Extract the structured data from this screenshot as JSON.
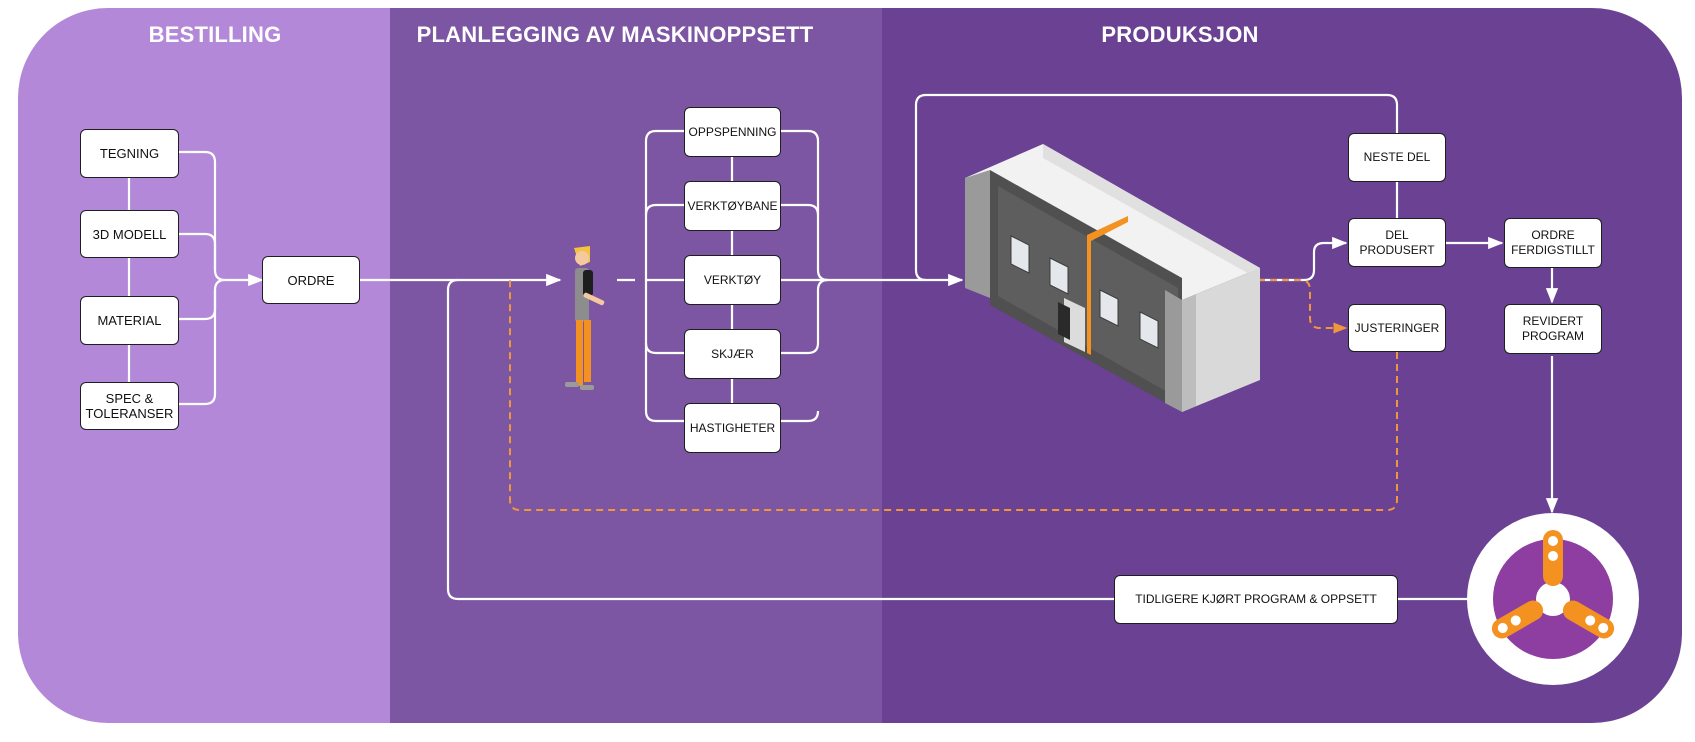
{
  "sections": {
    "order": "BESTILLING",
    "planning": "PLANLEGGING AV MASKINOPPSETT",
    "production": "PRODUKSJON"
  },
  "inputs": {
    "drawing": "TEGNING",
    "model": "3D MODELL",
    "material": "MATERIAL",
    "spec": "SPEC &\nTOLERANSER"
  },
  "order_box": "ORDRE",
  "setup": {
    "clamping": "OPPSPENNING",
    "toolpath": "VERKTØYBANE",
    "tool": "VERKTØY",
    "cut": "SKJÆR",
    "speeds": "HASTIGHETER"
  },
  "production": {
    "next_part": "NESTE DEL",
    "part_produced": "DEL\nPRODUSERT",
    "adjustments": "JUSTERINGER",
    "order_done": "ORDRE\nFERDIGSTILLT",
    "revised_program": "REVIDERT\nPROGRAM",
    "previous_program": "TIDLIGERE KJØRT PROGRAM & OPPSETT"
  },
  "colors": {
    "section_light": "#b388d8",
    "section_mid": "#7d56a3",
    "section_dark": "#6a4193",
    "line": "#ffffff",
    "dashed": "#f0963c",
    "accent_orange": "#f39221",
    "logo_purple": "#8e3ea0"
  }
}
